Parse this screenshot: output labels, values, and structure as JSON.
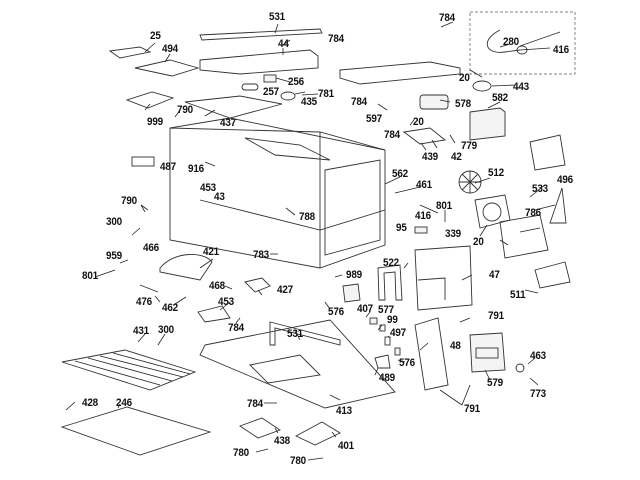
{
  "diagram": {
    "type": "exploded-parts-diagram",
    "subject": "microwave oven cabinet assembly",
    "callouts": [
      {
        "id": "c1",
        "text": "531"
      },
      {
        "id": "c2",
        "text": "784"
      },
      {
        "id": "c3",
        "text": "25"
      },
      {
        "id": "c4",
        "text": "494"
      },
      {
        "id": "c5",
        "text": "44"
      },
      {
        "id": "c6",
        "text": "784"
      },
      {
        "id": "c7",
        "text": "280"
      },
      {
        "id": "c8",
        "text": "416"
      },
      {
        "id": "c9",
        "text": "256"
      },
      {
        "id": "c10",
        "text": "257"
      },
      {
        "id": "c11",
        "text": "781"
      },
      {
        "id": "c12",
        "text": "435"
      },
      {
        "id": "c13",
        "text": "20"
      },
      {
        "id": "c14",
        "text": "443"
      },
      {
        "id": "c15",
        "text": "999"
      },
      {
        "id": "c16",
        "text": "790"
      },
      {
        "id": "c17",
        "text": "437"
      },
      {
        "id": "c18",
        "text": "784"
      },
      {
        "id": "c19",
        "text": "578"
      },
      {
        "id": "c20",
        "text": "582"
      },
      {
        "id": "c21",
        "text": "597"
      },
      {
        "id": "c22",
        "text": "20"
      },
      {
        "id": "c23",
        "text": "784"
      },
      {
        "id": "c24",
        "text": "779"
      },
      {
        "id": "c25",
        "text": "439"
      },
      {
        "id": "c26",
        "text": "42"
      },
      {
        "id": "c27",
        "text": "487"
      },
      {
        "id": "c28",
        "text": "916"
      },
      {
        "id": "c29",
        "text": "562"
      },
      {
        "id": "c30",
        "text": "512"
      },
      {
        "id": "c31",
        "text": "461"
      },
      {
        "id": "c32",
        "text": "453"
      },
      {
        "id": "c33",
        "text": "43"
      },
      {
        "id": "c34",
        "text": "496"
      },
      {
        "id": "c35",
        "text": "533"
      },
      {
        "id": "c36",
        "text": "790"
      },
      {
        "id": "c37",
        "text": "801"
      },
      {
        "id": "c38",
        "text": "416"
      },
      {
        "id": "c39",
        "text": "788"
      },
      {
        "id": "c40",
        "text": "786"
      },
      {
        "id": "c41",
        "text": "300"
      },
      {
        "id": "c42",
        "text": "95"
      },
      {
        "id": "c43",
        "text": "339"
      },
      {
        "id": "c44",
        "text": "466"
      },
      {
        "id": "c45",
        "text": "20"
      },
      {
        "id": "c46",
        "text": "421"
      },
      {
        "id": "c47",
        "text": "959"
      },
      {
        "id": "c48",
        "text": "783"
      },
      {
        "id": "c49",
        "text": "522"
      },
      {
        "id": "c50",
        "text": "47"
      },
      {
        "id": "c51",
        "text": "801"
      },
      {
        "id": "c52",
        "text": "989"
      },
      {
        "id": "c53",
        "text": "511"
      },
      {
        "id": "c54",
        "text": "468"
      },
      {
        "id": "c55",
        "text": "476"
      },
      {
        "id": "c56",
        "text": "427"
      },
      {
        "id": "c57",
        "text": "462"
      },
      {
        "id": "c58",
        "text": "453"
      },
      {
        "id": "c59",
        "text": "576"
      },
      {
        "id": "c60",
        "text": "407"
      },
      {
        "id": "c61",
        "text": "577"
      },
      {
        "id": "c62",
        "text": "99"
      },
      {
        "id": "c63",
        "text": "784"
      },
      {
        "id": "c64",
        "text": "531"
      },
      {
        "id": "c65",
        "text": "497"
      },
      {
        "id": "c66",
        "text": "791"
      },
      {
        "id": "c67",
        "text": "431"
      },
      {
        "id": "c68",
        "text": "300"
      },
      {
        "id": "c69",
        "text": "48"
      },
      {
        "id": "c70",
        "text": "576"
      },
      {
        "id": "c71",
        "text": "463"
      },
      {
        "id": "c72",
        "text": "489"
      },
      {
        "id": "c73",
        "text": "579"
      },
      {
        "id": "c74",
        "text": "773"
      },
      {
        "id": "c75",
        "text": "428"
      },
      {
        "id": "c76",
        "text": "246"
      },
      {
        "id": "c77",
        "text": "413"
      },
      {
        "id": "c78",
        "text": "791"
      },
      {
        "id": "c79",
        "text": "784"
      },
      {
        "id": "c80",
        "text": "438"
      },
      {
        "id": "c81",
        "text": "401"
      },
      {
        "id": "c82",
        "text": "780"
      },
      {
        "id": "c83",
        "text": "780"
      }
    ]
  }
}
